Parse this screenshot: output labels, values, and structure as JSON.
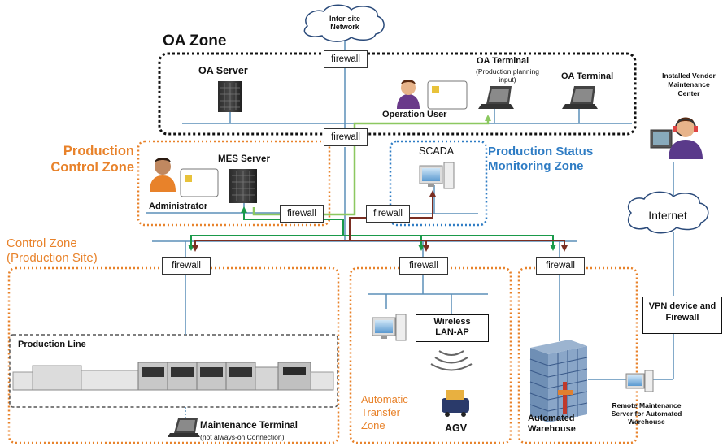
{
  "zones": {
    "oa": "OA Zone",
    "production_control": "Production\nControl Zone",
    "production_status": "Production Status\nMonitoring Zone",
    "control": "Control Zone\n(Production Site)",
    "automatic_transfer": "Automatic\nTransfer\nZone"
  },
  "cloud_inter_site": "Inter-site\nNetwork",
  "cloud_internet": "Internet",
  "firewall_label": "firewall",
  "devices": {
    "oa_server": "OA Server",
    "operation_user": "Operation User",
    "oa_terminal_planning": "OA Terminal",
    "oa_terminal_planning_sub": "(Production planning\ninput)",
    "oa_terminal": "OA Terminal",
    "vendor_center": "Installed Vendor\nMaintenance\nCenter",
    "mes_server": "MES Server",
    "administrator": "Administrator",
    "scada": "SCADA",
    "production_line": "Production Line",
    "maintenance_terminal": "Maintenance Terminal",
    "maintenance_terminal_sub": "(not always-on Connection)",
    "wireless_ap": "Wireless\nLAN-AP",
    "agv": "AGV",
    "automated_warehouse": "Automated\nWarehouse",
    "remote_server": "Remote Maintenance\nServer for Automated\nWarehouse",
    "vpn_device": "VPN device and\nFirewall"
  },
  "colors": {
    "zone_orange": "#e8822a",
    "zone_blue": "#2e7cc4",
    "zone_black": "#111111",
    "line_blue": "#5b8fb9",
    "arrow_green_dark": "#1a9a4a",
    "arrow_green_light": "#8cc860",
    "arrow_brown": "#7a2e22"
  }
}
